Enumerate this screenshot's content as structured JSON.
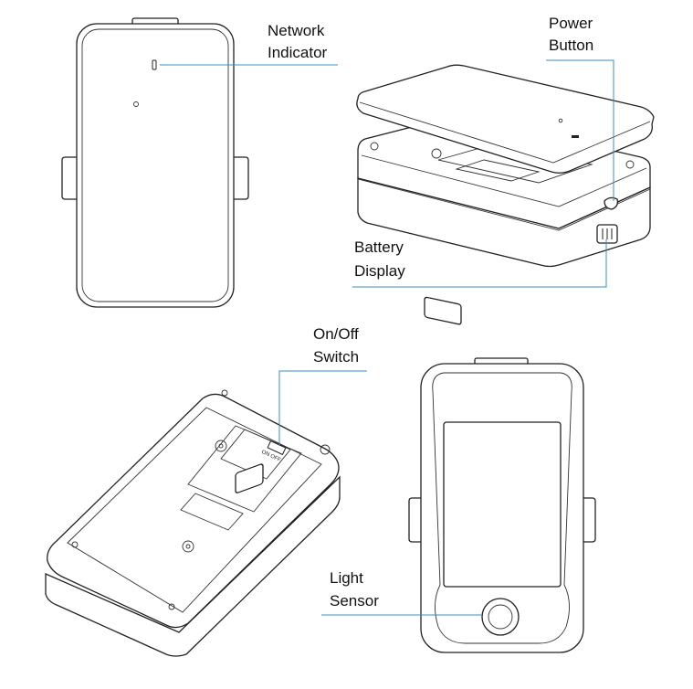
{
  "colors": {
    "leader_line": "#3a8fc4",
    "outline": "#222222",
    "background": "#ffffff"
  },
  "labels": {
    "network_indicator": {
      "line1": "Network",
      "line2": "Indicator"
    },
    "power_button": {
      "line1": "Power",
      "line2": "Button"
    },
    "battery_display": {
      "line1": "Battery",
      "line2": "Display"
    },
    "on_off_switch": {
      "line1": "On/Off",
      "line2": "Switch"
    },
    "light_sensor": {
      "line1": "Light",
      "line2": "Sensor"
    }
  },
  "imprints": {
    "switch_marking": "ON OFF"
  }
}
